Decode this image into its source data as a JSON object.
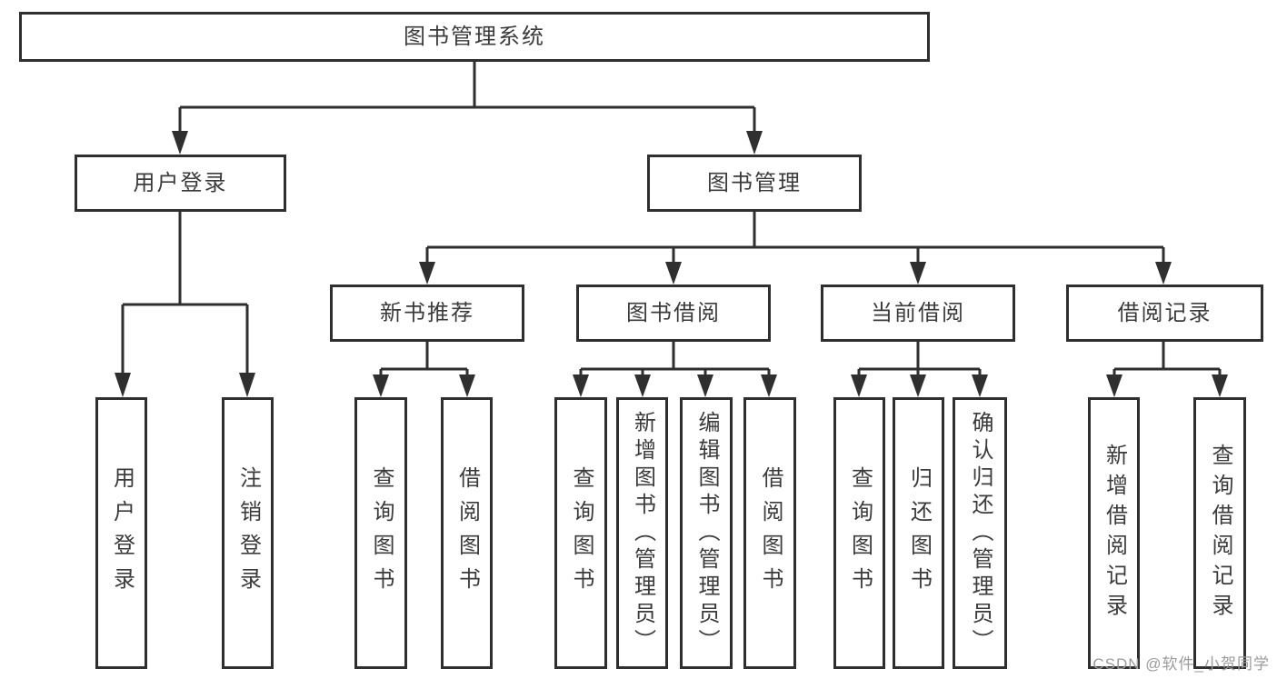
{
  "diagram": {
    "title_node": {
      "label": "图书管理系统"
    },
    "level2": [
      {
        "id": "user-login",
        "label": "用户登录",
        "parent": "root"
      },
      {
        "id": "book-management",
        "label": "图书管理",
        "parent": "root"
      }
    ],
    "level3": [
      {
        "id": "new-book-recommend",
        "label": "新书推荐",
        "parent": "book-management"
      },
      {
        "id": "book-borrow",
        "label": "图书借阅",
        "parent": "book-management"
      },
      {
        "id": "current-borrow",
        "label": "当前借阅",
        "parent": "book-management"
      },
      {
        "id": "borrow-records",
        "label": "借阅记录",
        "parent": "book-management"
      }
    ],
    "leaves": [
      {
        "label": "用户登录",
        "parent": "user-login"
      },
      {
        "label": "注销登录",
        "parent": "user-login"
      },
      {
        "label": "查询图书",
        "parent": "new-book-recommend"
      },
      {
        "label": "借阅图书",
        "parent": "new-book-recommend"
      },
      {
        "label": "查询图书",
        "parent": "book-borrow"
      },
      {
        "label": "新增图书（管理员）",
        "parent": "book-borrow"
      },
      {
        "label": "编辑图书（管理员）",
        "parent": "book-borrow"
      },
      {
        "label": "借阅图书",
        "parent": "book-borrow"
      },
      {
        "label": "查询图书",
        "parent": "current-borrow"
      },
      {
        "label": "归还图书",
        "parent": "current-borrow"
      },
      {
        "label": "确认归还（管理员）",
        "parent": "current-borrow"
      },
      {
        "label": "新增借阅记录",
        "parent": "borrow-records"
      },
      {
        "label": "查询借阅记录",
        "parent": "borrow-records"
      }
    ]
  },
  "watermark": {
    "text": "CSDN @软件_小贺同学"
  },
  "colors": {
    "line": "#2f2f2f",
    "text": "#3b3b3b",
    "watermark": "#9b9b9b",
    "background": "#ffffff"
  }
}
